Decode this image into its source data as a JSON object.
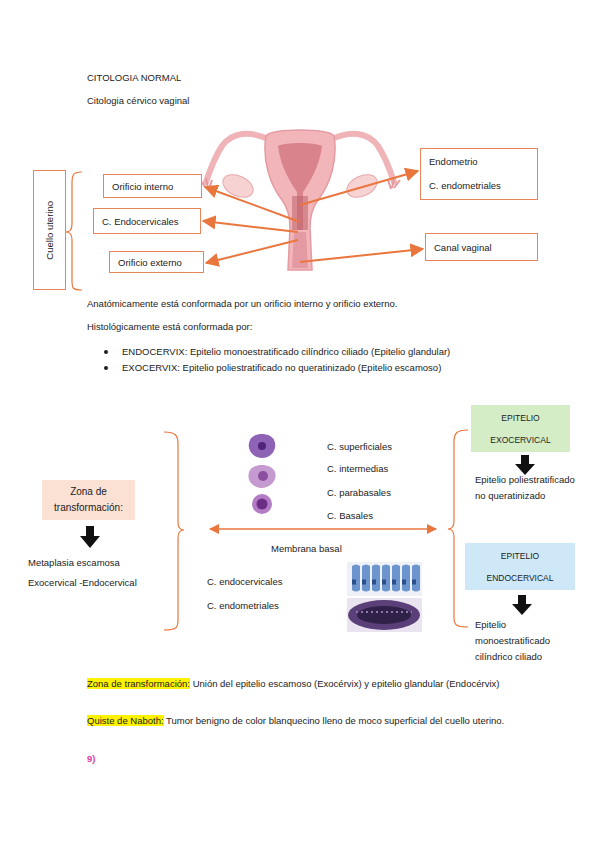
{
  "diagram": {
    "title": "CITOLOGIA NORMAL",
    "nodes": [
      {
        "text": [
          "Cuello uterino"
        ]
      },
      {
        "text": [
          "Orificio interno"
        ]
      },
      {
        "text": [
          "C. Endocervicales"
        ]
      },
      {
        "text": [
          "Orificio externo"
        ]
      },
      {
        "text": [
          "Endometrio",
          "C. endometriales"
        ]
      },
      {
        "text": [
          "Canal vaginal"
        ]
      },
      {
        "text": [
          "Zona de transformación:"
        ]
      },
      {
        "text": [
          "EPITELIO EXOCERVICAL"
        ]
      },
      {
        "text": [
          "EPITELIO ENDOCERVICAL"
        ]
      }
    ],
    "labels": [
      "Citologia cérvico vaginal",
      "Anatómicamente está conformada por un orificio interno y orificio externo.",
      "Histológicamente está conformada por:",
      "ENDOCERVIX: Epitelio monoestratificado cilíndrico ciliado (Epitelio glandular)",
      "EXOCERVIX: Epitelio poliestratificado no queratinizado (Epitelio escamoso)",
      "C. superficiales",
      "C. intermedias",
      "C. parabasales",
      "C. Basales",
      "Membrana basal",
      "C. endocervicales",
      "C. endometriales",
      "Metaplasia escamosa",
      "Exocervical -Endocervical",
      "Epitelio poliestratificado no queratinizado",
      "Epitelio monoestratificado cilíndrico ciliado",
      "Zona de transformación:",
      "Unión del epitelio escamoso (Exocérvix) y epitelio glandular (Endocérvix)",
      "Quiste de Naboth:",
      "Tumor benigno de color blanquecino lleno de moco superficial del cuello uterino.",
      "9)"
    ]
  }
}
